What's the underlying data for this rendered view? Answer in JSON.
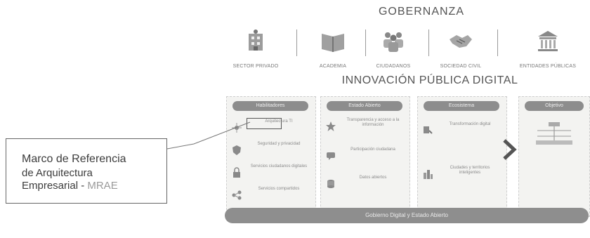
{
  "governance": {
    "title": "GOBERNANZA",
    "items": [
      {
        "label": "SECTOR PRIVADO",
        "icon": "building-icon"
      },
      {
        "label": "ACADEMIA",
        "icon": "book-icon"
      },
      {
        "label": "CIUDADANOS",
        "icon": "people-icon"
      },
      {
        "label": "SOCIEDAD CIVIL",
        "icon": "handshake-icon"
      },
      {
        "label": "ENTIDADES PÚBLICAS",
        "icon": "government-icon"
      }
    ]
  },
  "innovation": {
    "title": "INNOVACIÓN PÚBLICA DIGITAL",
    "panels": [
      {
        "header": "Habilitadores",
        "rows": [
          "Arquitectura TI",
          "Seguridad y privacidad",
          "Servicios ciudadanos digitales",
          "Servicios compartidos"
        ]
      },
      {
        "header": "Estado Abierto",
        "rows": [
          "Transparencia y acceso a la información",
          "Participación ciudadana",
          "Datos abiertos"
        ]
      },
      {
        "header": "Ecosistema",
        "rows": [
          "Transformación digital",
          "Ciudades y territorios inteligentes"
        ]
      },
      {
        "header": "Objetivo",
        "rows": []
      }
    ],
    "footer": "Gobierno Digital y Estado Abierto"
  },
  "callout": {
    "line1": "Marco de Referencia",
    "line2": "de Arquitectura",
    "line3": "Empresarial - ",
    "acronym": "MRAE"
  }
}
